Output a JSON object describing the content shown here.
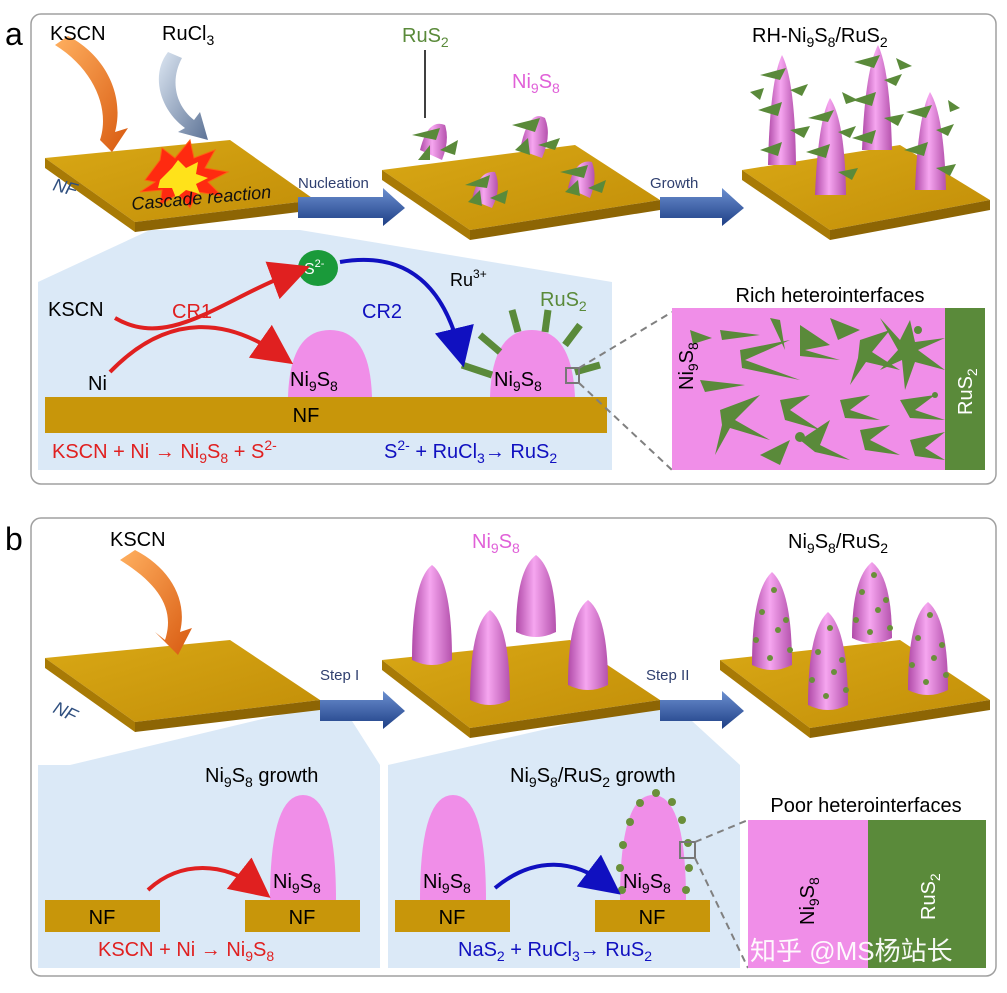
{
  "panel_a": {
    "letter": "a",
    "kscn": "KSCN",
    "rucl3": "RuCl",
    "rucl3_sub": "3",
    "nf_label": "NF",
    "cascade": "Cascade reaction",
    "nucleation": "Nucleation",
    "growth": "Growth",
    "rus2_label": "RuS",
    "rus2_sub": "2",
    "ni9s8_top": "Ni",
    "ni9s8_top_sub1": "9",
    "ni9s8_top_mid": "S",
    "ni9s8_top_sub2": "8",
    "rh_title": "RH-Ni",
    "rh_title_sub1": "9",
    "rh_title_mid": "S",
    "rh_title_sub2": "8",
    "rh_title_end": "/RuS",
    "rh_title_sub3": "2",
    "mech": {
      "s2": "S",
      "s2_sup": "2-",
      "kscn": "KSCN",
      "ni": "Ni",
      "cr1": "CR1",
      "cr2": "CR2",
      "ru3": "Ru",
      "ru3_sup": "3+",
      "rus2": "RuS",
      "rus2_sub": "2",
      "ni9s8_a": "Ni",
      "ni9s8_b": "9",
      "ni9s8_c": "S",
      "ni9s8_d": "8",
      "nf": "NF",
      "eq1": "KSCN + Ni → Ni",
      "eq1_s1": "9",
      "eq1_m": "S",
      "eq1_s2": "8",
      "eq1_end": " + S",
      "eq1_sup": "2-",
      "eq2": "S",
      "eq2_sup": "2-",
      "eq2_mid": " + RuCl",
      "eq2_sub": "3",
      "eq2_end": "→ RuS",
      "eq2_sub2": "2"
    },
    "hetero_title": "Rich heterointerfaces",
    "hetero_left": "Ni",
    "hetero_left_s1": "9",
    "hetero_left_m": "S",
    "hetero_left_s2": "8",
    "hetero_right": "RuS",
    "hetero_right_s": "2"
  },
  "panel_b": {
    "letter": "b",
    "kscn": "KSCN",
    "nf_label": "NF",
    "step1": "Step I",
    "step2": "Step II",
    "ni9s8_title": "Ni",
    "ni9s8_s1": "9",
    "ni9s8_m": "S",
    "ni9s8_s2": "8",
    "comp_title": "Ni",
    "comp_s1": "9",
    "comp_m": "S",
    "comp_s2": "8",
    "comp_end": "/RuS",
    "comp_s3": "2",
    "growth1": "Ni",
    "growth1_s1": "9",
    "growth1_m": "S",
    "growth1_s2": "8",
    "growth1_end": " growth",
    "growth2": "Ni",
    "growth2_s1": "9",
    "growth2_m": "S",
    "growth2_s2": "8",
    "growth2_mid": "/RuS",
    "growth2_s3": "2",
    "growth2_end": " growth",
    "nf": "NF",
    "eq1": "KSCN + Ni → Ni",
    "eq1_s1": "9",
    "eq1_m": "S",
    "eq1_s2": "8",
    "eq2": "NaS",
    "eq2_s": "2",
    "eq2_mid": " + RuCl",
    "eq2_s2": "3",
    "eq2_end": "→ RuS",
    "eq2_s3": "2",
    "poor_title": "Poor heterointerfaces",
    "poor_left": "Ni",
    "poor_left_s1": "9",
    "poor_left_m": "S",
    "poor_left_s2": "8",
    "poor_right": "RuS",
    "poor_right_s": "2"
  },
  "watermark": "知乎 @MS杨站长",
  "colors": {
    "nf": "#c8960a",
    "pink": "#f08ee8",
    "green": "#5a8a3a",
    "red": "#e02020",
    "blue": "#1010c0",
    "light_blue": "#dbe9f7",
    "arrow_blue": "#2f5597"
  }
}
